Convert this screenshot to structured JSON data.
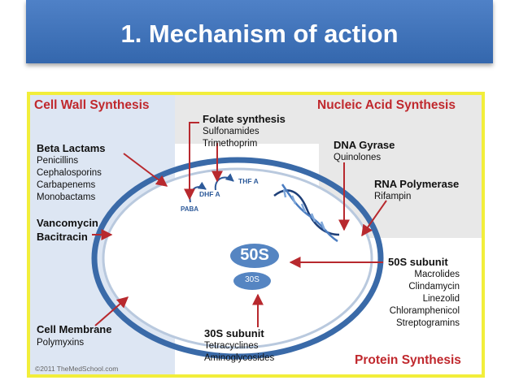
{
  "title": "1. Mechanism of action",
  "colors": {
    "title_bar": "#3b6fb5",
    "frame_border": "#f2ee3a",
    "section_red": "#c0282d",
    "arrow": "#b8292e",
    "cell_outline": "#3a6aa8"
  },
  "sections": {
    "cell_wall": "Cell Wall Synthesis",
    "nucleic_acid": "Nucleic Acid Synthesis",
    "protein": "Protein Synthesis",
    "folate": "Folate synthesis"
  },
  "beta_lactams": {
    "heading": "Beta Lactams",
    "items": [
      "Penicillins",
      "Cephalosporins",
      "Carbapenems",
      "Monobactams"
    ]
  },
  "vanco": {
    "line1": "Vancomycin",
    "line2": "Bacitracin"
  },
  "cell_membrane": {
    "heading": "Cell Membrane",
    "items": [
      "Polymyxins"
    ]
  },
  "folate_drugs": [
    "Sulfonamides",
    "Trimethoprim"
  ],
  "dna_gyrase": {
    "heading": "DNA Gyrase",
    "items": [
      "Quinolones"
    ]
  },
  "rna_polymerase": {
    "heading": "RNA Polymerase",
    "items": [
      "Rifampin"
    ]
  },
  "sub50": {
    "heading": "50S subunit",
    "items": [
      "Macrolides",
      "Clindamycin",
      "Linezolid",
      "Chloramphenicol",
      "Streptogramins"
    ]
  },
  "sub30": {
    "heading": "30S subunit",
    "items": [
      "Tetracyclines",
      "Aminoglycosides"
    ]
  },
  "inside_labels": {
    "paba": "PABA",
    "dhfa": "DHF A",
    "thfa": "THF A",
    "ribo50": "50S",
    "ribo30": "30S"
  },
  "copyright": "©2011 TheMedSchool.com"
}
